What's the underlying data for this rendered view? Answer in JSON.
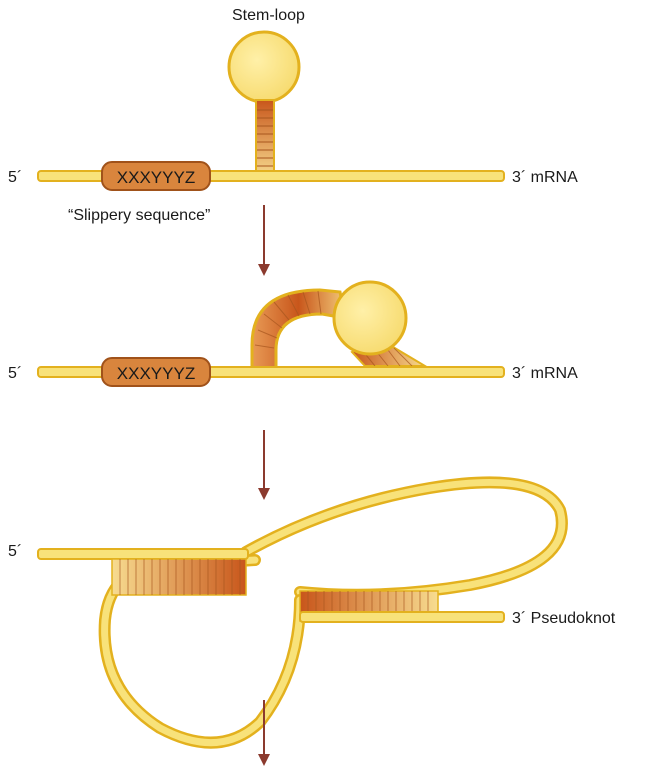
{
  "colors": {
    "strand_fill": "#f8e27a",
    "strand_outline": "#e3b11e",
    "loop_fill": "#fbe68a",
    "stem_dark": "#c8561b",
    "stem_light": "#f6d98a",
    "box_fill": "#d9853d",
    "box_outline": "#a0521a",
    "arrow": "#8b3a2e",
    "text": "#1a1a1a"
  },
  "panel1": {
    "stem_loop_label": "Stem-loop",
    "five_prime": "5´",
    "three_prime_label": "3´ mRNA",
    "slippery_box_text": "XXXYYYZ",
    "slippery_caption": "“Slippery sequence”"
  },
  "panel2": {
    "five_prime": "5´",
    "three_prime_label": "3´ mRNA",
    "slippery_box_text": "XXXYYYZ"
  },
  "panel3": {
    "five_prime": "5´",
    "three_prime_label": "3´ Pseudoknot"
  }
}
